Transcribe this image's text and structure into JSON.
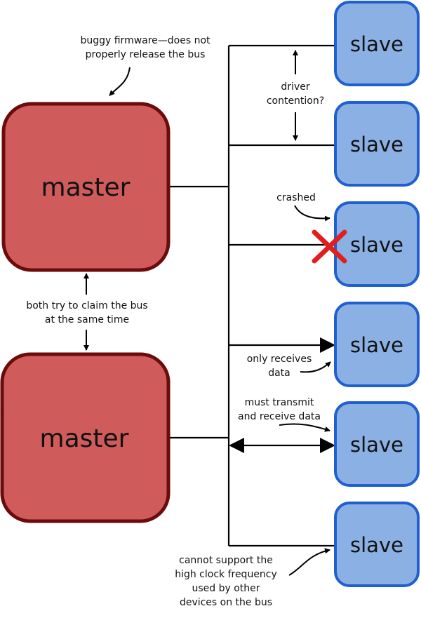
{
  "masters": [
    {
      "label": "master"
    },
    {
      "label": "master"
    }
  ],
  "slaves": [
    {
      "label": "slave"
    },
    {
      "label": "slave"
    },
    {
      "label": "slave"
    },
    {
      "label": "slave"
    },
    {
      "label": "slave"
    },
    {
      "label": "slave"
    }
  ],
  "annotations": {
    "buggy_firmware": [
      "buggy firmware—does not",
      "properly release the bus"
    ],
    "driver_contention": [
      "driver",
      "contention?"
    ],
    "crashed": [
      "crashed"
    ],
    "both_claim": [
      "both try to claim the bus",
      "at the same time"
    ],
    "only_receives": [
      "only receives",
      "data"
    ],
    "transmit_receive": [
      "must transmit",
      "and receive data"
    ],
    "clock": [
      "cannot support the",
      "high clock frequency",
      "used by other",
      "devices on the bus"
    ]
  },
  "colors": {
    "master_fill": "#cf5b5b",
    "master_stroke": "#6b0b0b",
    "slave_fill": "#8bb0e4",
    "slave_stroke": "#1f5fd0",
    "line": "#000000",
    "cross": "#e01e1e"
  }
}
